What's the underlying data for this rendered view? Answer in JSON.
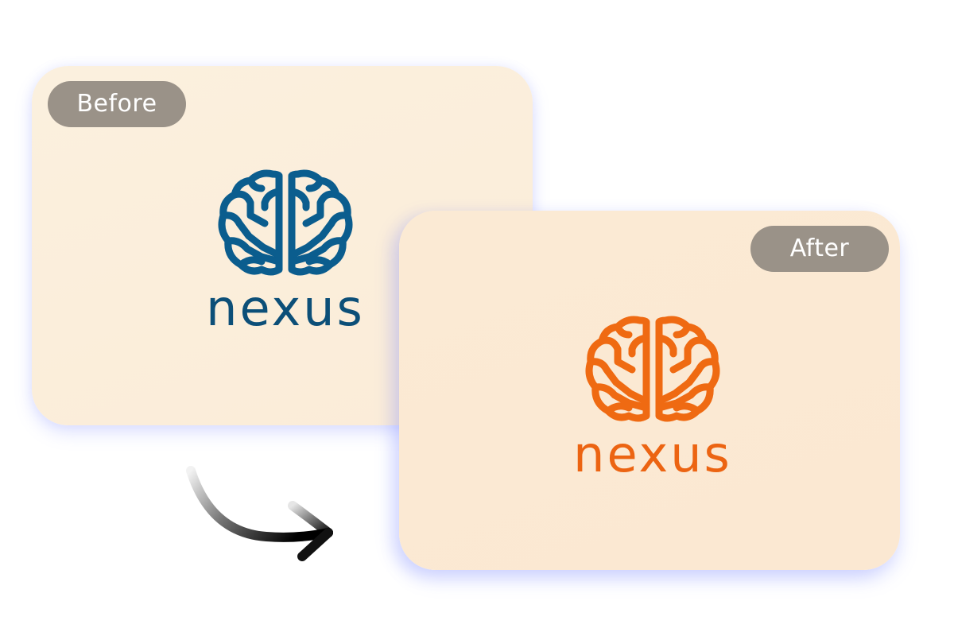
{
  "before_card": {
    "label": "Before",
    "logo": {
      "icon": "brain-icon",
      "wordmark": "nexus",
      "color": "#0b5d8e",
      "wordmark_color": "#0c4f78"
    }
  },
  "after_card": {
    "label": "After",
    "logo": {
      "icon": "brain-icon",
      "wordmark": "nexus",
      "color": "#ef6a12",
      "wordmark_color": "#ec6412"
    }
  },
  "transition": {
    "icon": "curved-arrow-right-icon"
  },
  "colors": {
    "card_background": "#fbeedb",
    "pill_background": "#9a9288",
    "pill_text": "#ffffff",
    "shadow_tint": "#8c96ff"
  }
}
